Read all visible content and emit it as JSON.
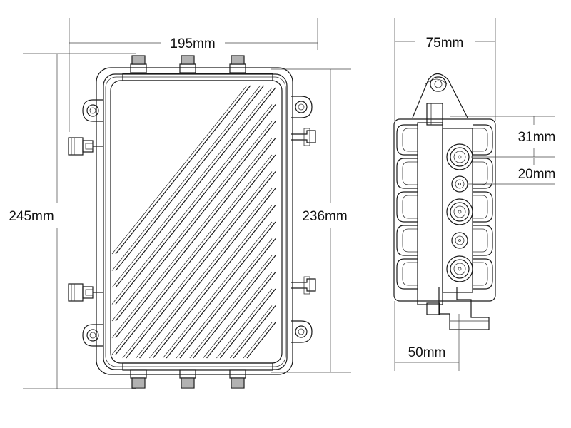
{
  "dimensions": {
    "width_front": "195mm",
    "height_total": "245mm",
    "height_body": "236mm",
    "depth_total": "75mm",
    "port_spacing_top": "31mm",
    "port_spacing": "20mm",
    "mount_depth": "50mm"
  },
  "colors": {
    "line": "#1a1a1a",
    "dimension": "#444444",
    "background": "#ffffff"
  }
}
